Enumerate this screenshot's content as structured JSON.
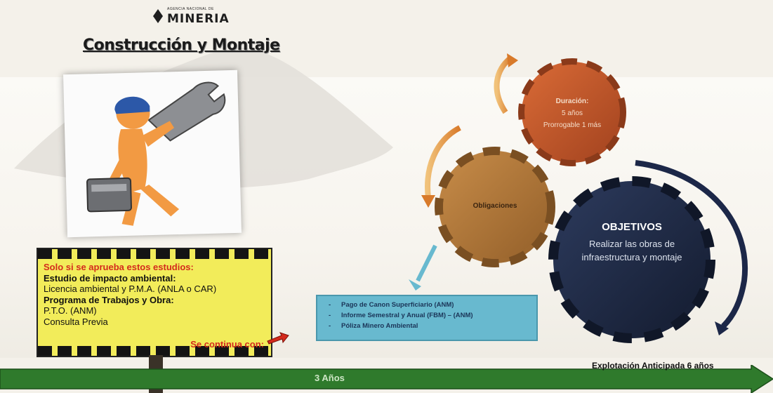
{
  "logo": {
    "small_text": "AGENCIA NACIONAL DE",
    "name": "MINERIA"
  },
  "title": "Construcción y Montaje",
  "sign": {
    "heading": "Solo si se aprueba estos estudios:",
    "lines": [
      {
        "text": "Estudio de impacto ambiental:",
        "bold": true
      },
      {
        "text": "Licencia ambiental y P.M.A. (ANLA o CAR)",
        "bold": false
      },
      {
        "text": "Programa de Trabajos y Obra:",
        "bold": true
      },
      {
        "text": "P.T.O. (ANM)",
        "bold": false
      },
      {
        "text": "Consulta Previa",
        "bold": false
      }
    ],
    "continue": "Se continua con:"
  },
  "gears": {
    "duracion": {
      "label": "Duración:",
      "line1": "5 años",
      "line2": "Prorrogable 1 más"
    },
    "obligaciones": {
      "label": "Obligaciones"
    },
    "objetivos": {
      "title": "OBJETIVOS",
      "body": "Realizar las obras de infraestructura y montaje"
    }
  },
  "obligaciones_list": [
    "Pago de Canon Superficiario (ANM)",
    "Informe Semestral y Anual (FBM) – (ANM)",
    "Póliza Minero Ambiental"
  ],
  "timeline": {
    "label": "3 Años",
    "end_label": "Explotación Anticipada 6 años"
  },
  "colors": {
    "sign": "#f2ec5a",
    "timeline": "#2f7a2c",
    "gear_duracion": "#c8572a",
    "gear_obligaciones": "#b27a3c",
    "gear_objetivos": "#1f2a44",
    "box": "#68b9cf"
  }
}
